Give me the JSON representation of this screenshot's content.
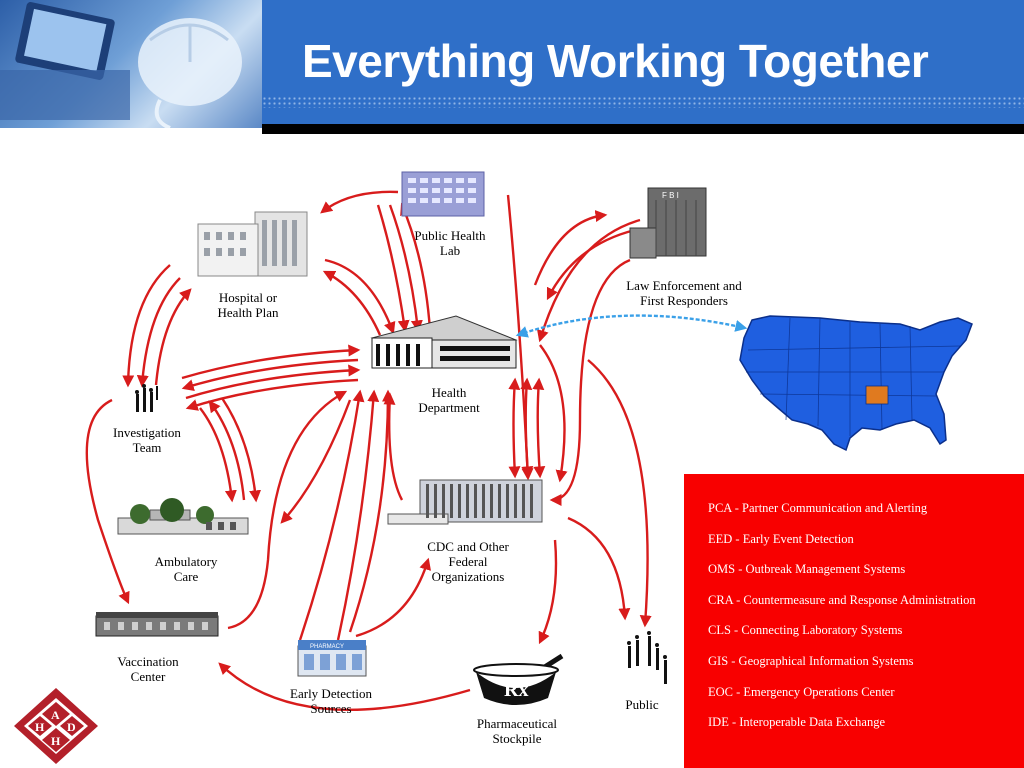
{
  "header": {
    "title": "Everything Working Together"
  },
  "nodes": {
    "public_health_lab": "Public Health\nLab",
    "hospital": "Hospital or\nHealth Plan",
    "law_enforcement": "Law Enforcement and\nFirst Responders",
    "health_department": "Health\nDepartment",
    "investigation_team": "Investigation\nTeam",
    "ambulatory_care": "Ambulatory\nCare",
    "cdc": "CDC and Other\nFederal\nOrganizations",
    "vaccination_center": "Vaccination\nCenter",
    "early_detection": "Early Detection\nSources",
    "pharmaceutical_stockpile": "Pharmaceutical\nStockpile",
    "public": "Public",
    "pharmacy_sign": "PHARMACY",
    "fbi_sign": "F B I",
    "rx_symbol": "Rx"
  },
  "legend": {
    "items": [
      "PCA - Partner Communication and Alerting",
      "EED - Early Event Detection",
      "OMS - Outbreak Management Systems",
      "CRA - Countermeasure and Response Administration",
      "CLS - Connecting Laboratory Systems",
      "GIS - Geographical Information Systems",
      "EOC - Emergency Operations Center",
      "IDE - Interoperable Data Exchange"
    ]
  },
  "logo": {
    "letters": [
      "A",
      "D",
      "H",
      "H"
    ]
  },
  "colors": {
    "header_blue": "#2f6fc8",
    "arrow_red": "#d81c1c",
    "map_blue": "#1f5fe0",
    "legend_red": "#f80000",
    "link_blue": "#3aa0e8"
  }
}
